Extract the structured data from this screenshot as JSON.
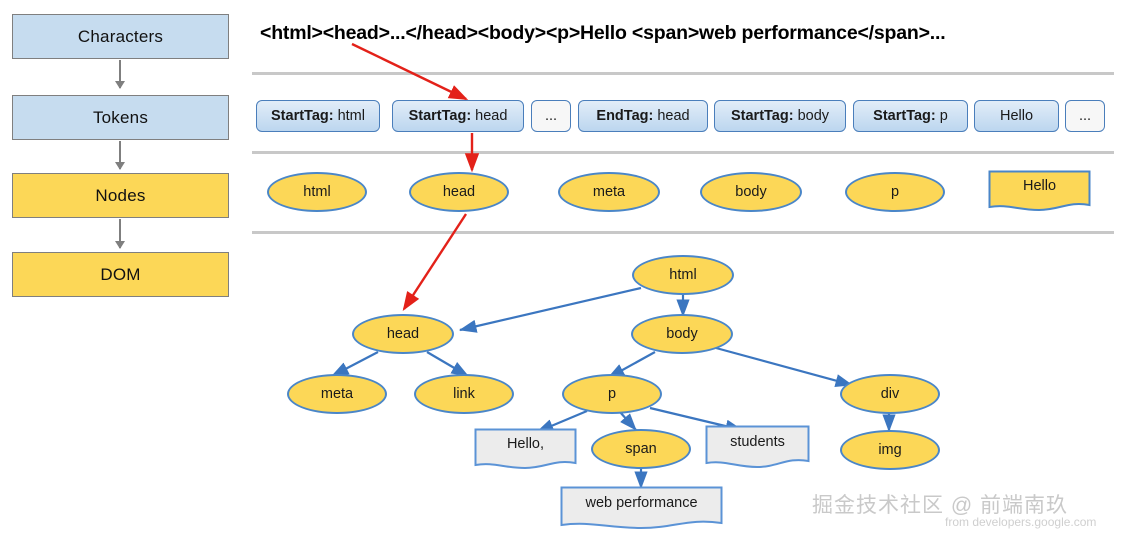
{
  "pipeline": {
    "name": "parsing-pipeline",
    "stages": [
      {
        "label": "Characters",
        "color": "#c6dcef"
      },
      {
        "label": "Tokens",
        "color": "#c6dcef"
      },
      {
        "label": "Nodes",
        "color": "#fcd757"
      },
      {
        "label": "DOM",
        "color": "#fcd757"
      }
    ]
  },
  "source": {
    "markup": "<html><head>...</head><body><p>Hello <span>web performance</span>..."
  },
  "tokens": {
    "row_label": "tokens-row",
    "items": [
      {
        "prefix": "StartTag:",
        "value": "html",
        "style": "blue"
      },
      {
        "prefix": "StartTag:",
        "value": "head",
        "style": "blue"
      },
      {
        "prefix": "",
        "value": "...",
        "style": "plain"
      },
      {
        "prefix": "EndTag:",
        "value": "head",
        "style": "blue"
      },
      {
        "prefix": "StartTag:",
        "value": "body",
        "style": "blue"
      },
      {
        "prefix": "StartTag:",
        "value": "p",
        "style": "blue"
      },
      {
        "prefix": "",
        "value": "Hello",
        "style": "blue"
      },
      {
        "prefix": "",
        "value": "...",
        "style": "plain"
      }
    ]
  },
  "nodes": {
    "row_label": "nodes-row",
    "items": [
      {
        "label": "html",
        "shape": "ellipse"
      },
      {
        "label": "head",
        "shape": "ellipse"
      },
      {
        "label": "meta",
        "shape": "ellipse"
      },
      {
        "label": "body",
        "shape": "ellipse"
      },
      {
        "label": "p",
        "shape": "ellipse"
      },
      {
        "label": "Hello",
        "shape": "document"
      }
    ]
  },
  "dom_tree": {
    "root": "html",
    "elements": [
      {
        "id": "html",
        "label": "html",
        "shape": "ellipse"
      },
      {
        "id": "head",
        "label": "head",
        "shape": "ellipse"
      },
      {
        "id": "body",
        "label": "body",
        "shape": "ellipse"
      },
      {
        "id": "meta",
        "label": "meta",
        "shape": "ellipse"
      },
      {
        "id": "link",
        "label": "link",
        "shape": "ellipse"
      },
      {
        "id": "p",
        "label": "p",
        "shape": "ellipse"
      },
      {
        "id": "div",
        "label": "div",
        "shape": "ellipse"
      },
      {
        "id": "img",
        "label": "img",
        "shape": "ellipse"
      },
      {
        "id": "span",
        "label": "span",
        "shape": "ellipse"
      },
      {
        "id": "text_hello",
        "label": "Hello,",
        "shape": "document"
      },
      {
        "id": "text_students",
        "label": "students",
        "shape": "document"
      },
      {
        "id": "text_webperf",
        "label": "web performance",
        "shape": "document"
      }
    ],
    "edges": [
      {
        "from": "html",
        "to": "head"
      },
      {
        "from": "html",
        "to": "body"
      },
      {
        "from": "head",
        "to": "meta"
      },
      {
        "from": "head",
        "to": "link"
      },
      {
        "from": "body",
        "to": "p"
      },
      {
        "from": "body",
        "to": "div"
      },
      {
        "from": "p",
        "to": "text_hello"
      },
      {
        "from": "p",
        "to": "span"
      },
      {
        "from": "p",
        "to": "text_students"
      },
      {
        "from": "div",
        "to": "img"
      },
      {
        "from": "span",
        "to": "text_webperf"
      }
    ]
  },
  "annotations": {
    "highlight_color": "#e32119",
    "arrows": [
      {
        "name": "source-to-token",
        "from": "head tag in markup",
        "to": "StartTag: head token"
      },
      {
        "name": "token-to-node",
        "from": "StartTag: head token",
        "to": "head node"
      },
      {
        "name": "node-to-tree",
        "from": "head node",
        "to": "head tree node"
      }
    ]
  },
  "colors": {
    "node_fill": "#fcd757",
    "node_stroke": "#4a86c8",
    "token_stroke": "#4a7ebb",
    "text_node_fill": "#ececec",
    "pipeline_blue": "#c6dcef",
    "pipeline_yellow": "#fcd757",
    "separator": "#c8c8c8",
    "edge": "#3b76c0"
  },
  "watermark": {
    "main": "掘金技术社区 @ 前端南玖",
    "sub": "from developers.google.com"
  }
}
